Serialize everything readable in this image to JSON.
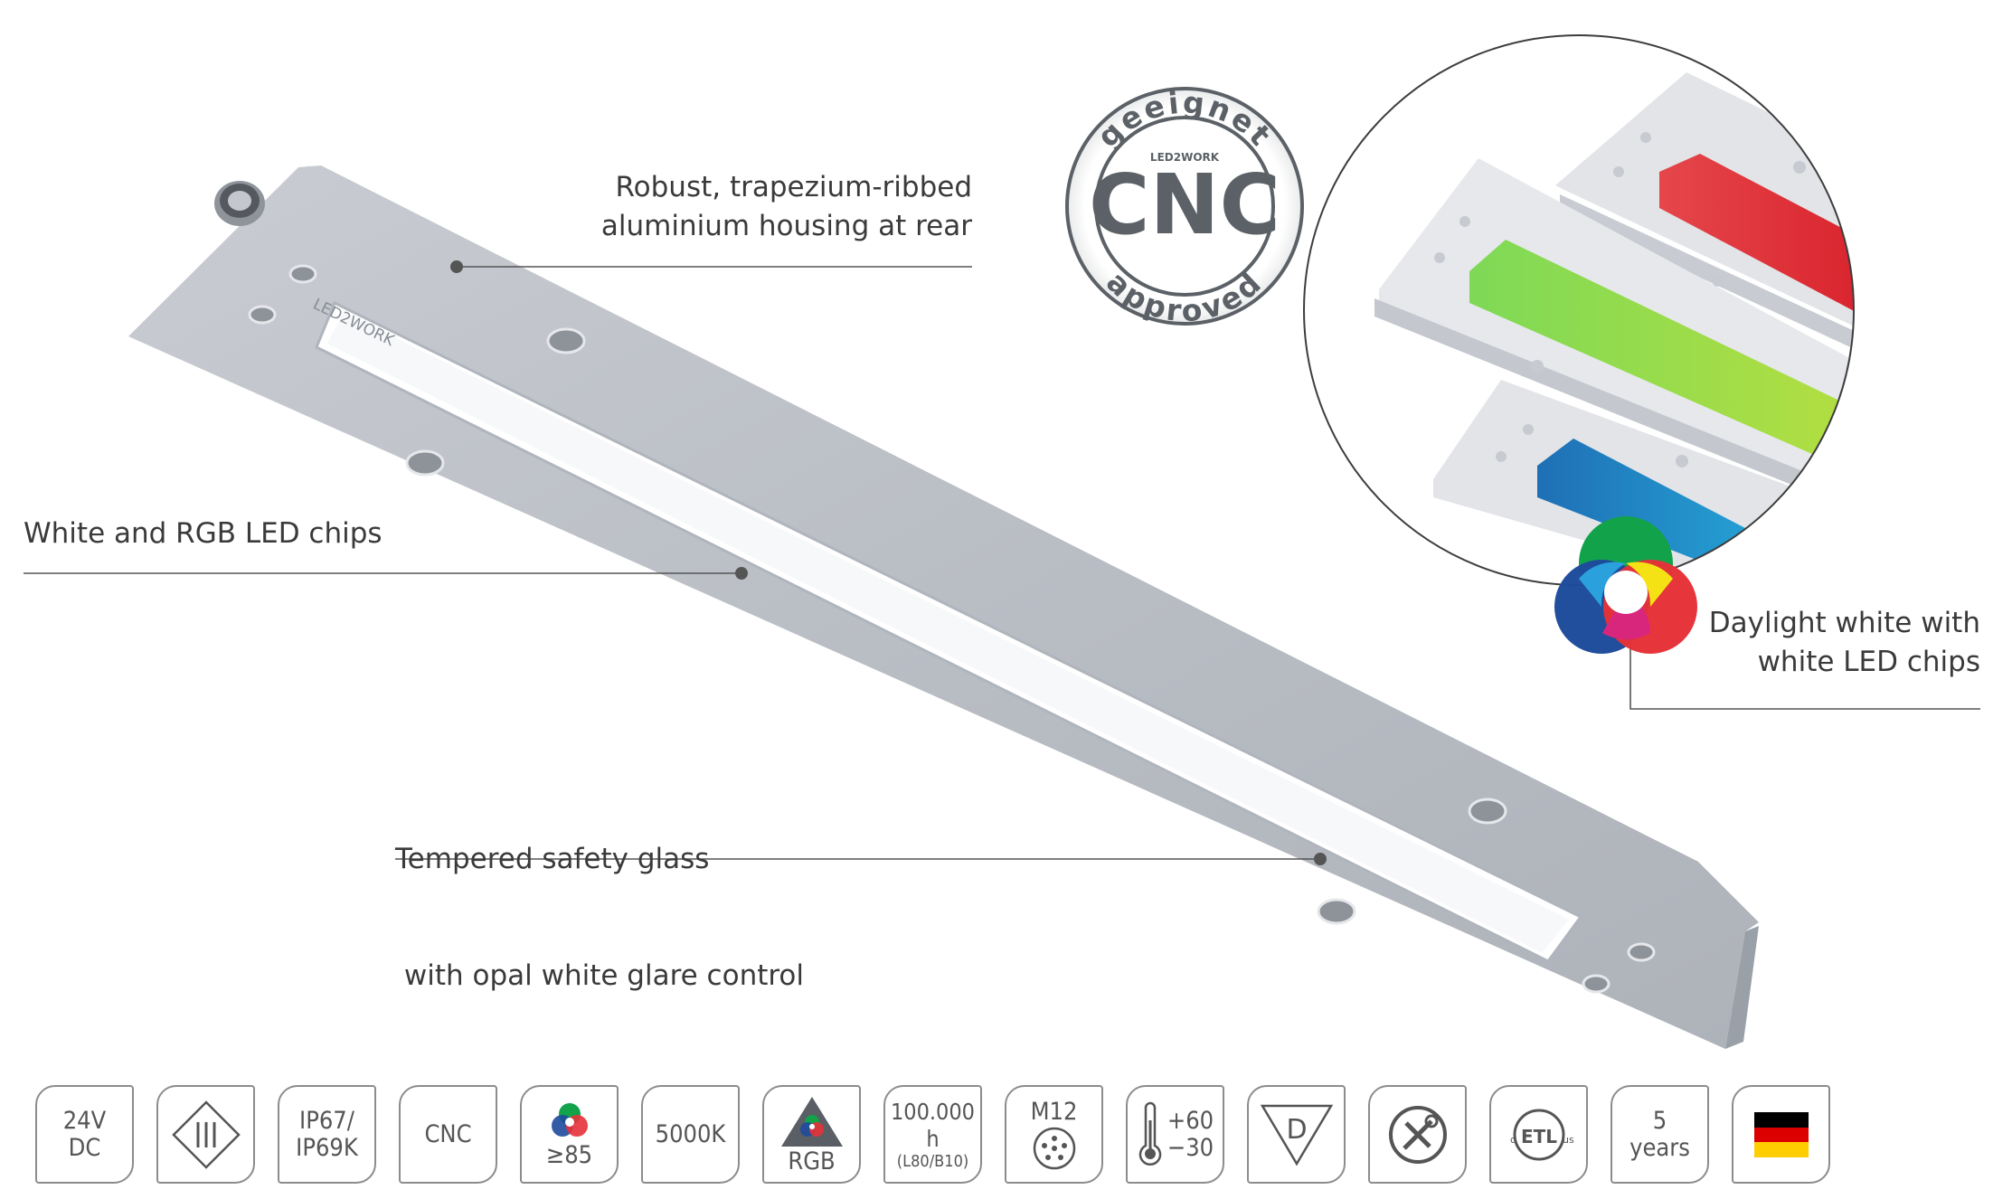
{
  "callouts": {
    "housing": [
      "Robust, trapezium-ribbed",
      "aluminium housing at rear"
    ],
    "chips": [
      "White and RGB LED chips"
    ],
    "daylight": [
      "Daylight white with",
      "white LED chips"
    ],
    "glass": [
      "Tempered safety glass",
      " with opal white glare control"
    ]
  },
  "cnc_seal": {
    "top": "geeignet",
    "brand": "LED2WORK",
    "main": "CNC",
    "bottom": "approved"
  },
  "product_label": "LED2WORK",
  "badges": [
    {
      "id": "voltage",
      "lines": [
        "24V",
        "DC"
      ]
    },
    {
      "id": "protection-class",
      "icon": "protection-class-iii-icon"
    },
    {
      "id": "ip-rating",
      "lines": [
        "IP67/",
        "IP69K"
      ]
    },
    {
      "id": "cnc",
      "lines": [
        "CNC"
      ]
    },
    {
      "id": "cri",
      "icon": "rgb-circles-icon",
      "lines": [
        "≥85"
      ]
    },
    {
      "id": "color-temp",
      "lines": [
        "5000K"
      ]
    },
    {
      "id": "rgb",
      "icon": "rgb-triangle-icon",
      "lines": [
        "RGB"
      ]
    },
    {
      "id": "lifetime",
      "lines": [
        "100.000 h",
        "(L80/B10)"
      ]
    },
    {
      "id": "connector",
      "icon": "m12-connector-icon",
      "lines": [
        "M12"
      ]
    },
    {
      "id": "temperature",
      "icon": "thermometer-icon",
      "lines": [
        "+60",
        "−30"
      ]
    },
    {
      "id": "d-mark",
      "icon": "d-triangle-icon",
      "lines": [
        "D"
      ]
    },
    {
      "id": "no-tools",
      "icon": "no-tools-icon"
    },
    {
      "id": "etl",
      "icon": "etl-listed-icon",
      "lines": [
        "c",
        "ETL",
        "us"
      ]
    },
    {
      "id": "warranty",
      "lines": [
        "5",
        "years"
      ]
    },
    {
      "id": "made-in-germany",
      "icon": "german-flag-icon"
    }
  ],
  "colors": {
    "red": "#e53238",
    "green": "#8ccf4d",
    "blue": "#1a8fc8",
    "flag_black": "#000000",
    "flag_red": "#dd0000",
    "flag_gold": "#ffce00"
  }
}
